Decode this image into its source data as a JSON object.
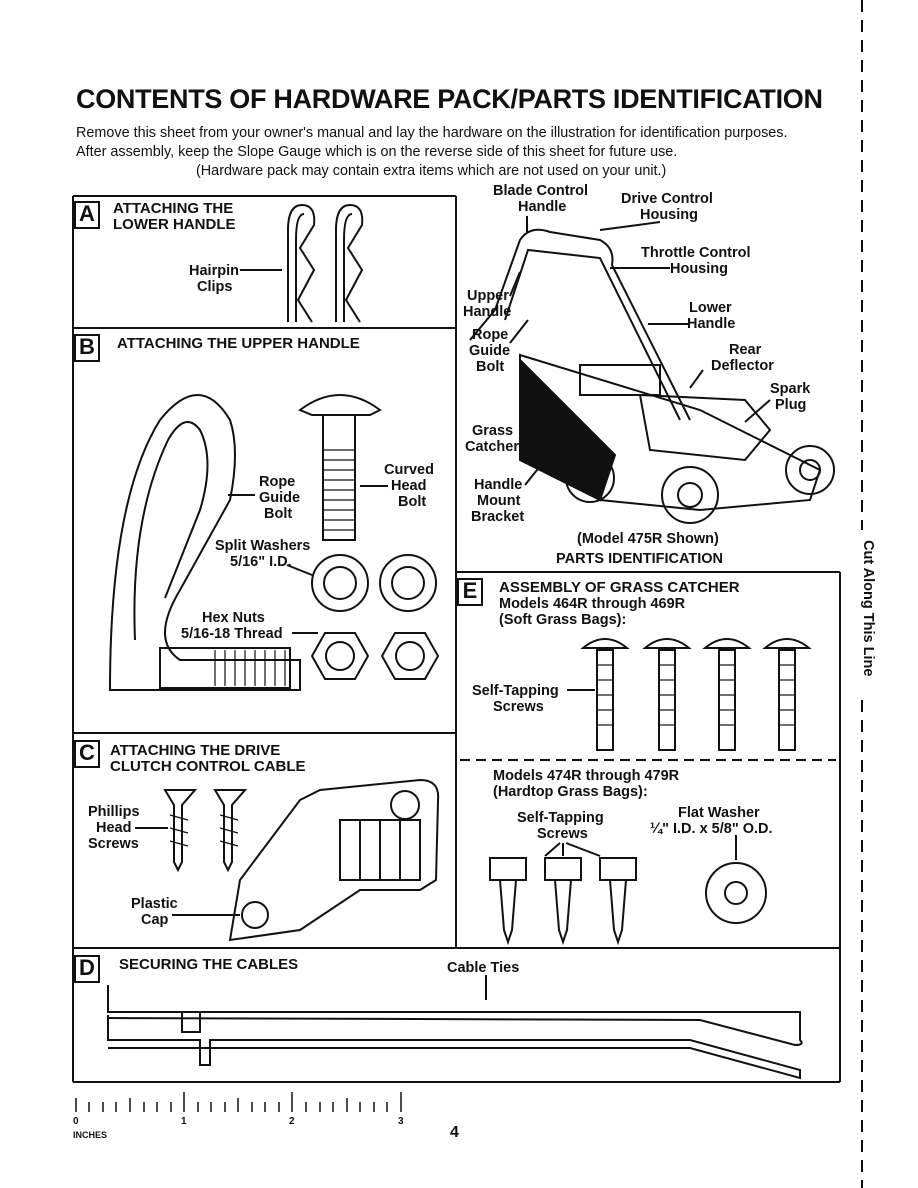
{
  "page": {
    "title": "CONTENTS OF HARDWARE PACK/PARTS IDENTIFICATION",
    "intro_line1": "Remove this sheet from your owner's manual and lay the hardware on the illustration for identification purposes.",
    "intro_line2": "After assembly, keep the Slope Gauge which is on the reverse side of this sheet for future use.",
    "intro_line3": "(Hardware pack may contain extra items which are not used on your unit.)",
    "page_number": "4",
    "cut_line_label": "Cut Along This Line"
  },
  "section_a": {
    "letter": "A",
    "title_line1": "ATTACHING THE",
    "title_line2": "LOWER HANDLE",
    "hairpin_line1": "Hairpin",
    "hairpin_line2": "Clips"
  },
  "section_b": {
    "letter": "B",
    "title": "ATTACHING THE UPPER HANDLE",
    "rope_guide_line1": "Rope",
    "rope_guide_line2": "Guide",
    "rope_guide_line3": "Bolt",
    "curved_line1": "Curved",
    "curved_line2": "Head",
    "curved_line3": "Bolt",
    "split_washers_line1": "Split Washers",
    "split_washers_line2": "5/16\" I.D.",
    "hex_nuts_line1": "Hex Nuts",
    "hex_nuts_line2": "5/16-18 Thread"
  },
  "section_c": {
    "letter": "C",
    "title_line1": "ATTACHING THE DRIVE",
    "title_line2": "CLUTCH CONTROL CABLE",
    "phillips_line1": "Phillips",
    "phillips_line2": "Head",
    "phillips_line3": "Screws",
    "plastic_line1": "Plastic",
    "plastic_line2": "Cap"
  },
  "section_d": {
    "letter": "D",
    "title": "SECURING THE CABLES",
    "cable_ties": "Cable Ties"
  },
  "parts_id": {
    "blade_control_line1": "Blade Control",
    "blade_control_line2": "Handle",
    "drive_control_line1": "Drive Control",
    "drive_control_line2": "Housing",
    "throttle_line1": "Throttle Control",
    "throttle_line2": "Housing",
    "upper_handle_line1": "Upper",
    "upper_handle_line2": "Handle",
    "lower_handle_line1": "Lower",
    "lower_handle_line2": "Handle",
    "rope_guide_line1": "Rope",
    "rope_guide_line2": "Guide",
    "rope_guide_line3": "Bolt",
    "rear_deflector_line1": "Rear",
    "rear_deflector_line2": "Deflector",
    "spark_plug_line1": "Spark",
    "spark_plug_line2": "Plug",
    "grass_catcher_line1": "Grass",
    "grass_catcher_line2": "Catcher",
    "handle_mount_line1": "Handle",
    "handle_mount_line2": "Mount",
    "handle_mount_line3": "Bracket",
    "model_shown": "(Model 475R Shown)",
    "caption": "PARTS IDENTIFICATION"
  },
  "section_e": {
    "letter": "E",
    "title": "ASSEMBLY OF GRASS CATCHER",
    "soft_line1": "Models 464R through 469R",
    "soft_line2": "(Soft Grass Bags):",
    "self_tapping_line1": "Self-Tapping",
    "self_tapping_line2": "Screws",
    "hard_line1": "Models 474R through 479R",
    "hard_line2": "(Hardtop Grass Bags):",
    "hard_screws_line1": "Self-Tapping",
    "hard_screws_line2": "Screws",
    "flat_washer_line1": "Flat Washer",
    "flat_washer_line2": "¼\" I.D. x 5/8\" O.D."
  },
  "ruler": {
    "unit": "INCHES",
    "ticks": [
      "0",
      "1",
      "2",
      "3"
    ]
  }
}
